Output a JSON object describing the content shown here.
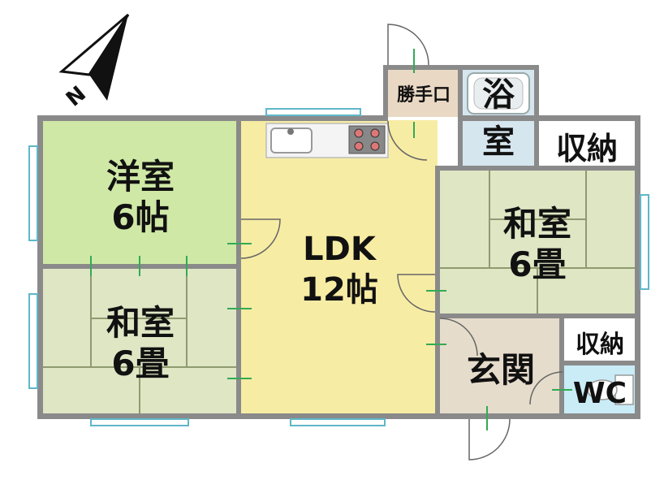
{
  "rooms": {
    "youshitsu": {
      "name": "洋室",
      "size": "6帖",
      "color": "#cfe8a6"
    },
    "washitsu_left": {
      "name": "和室",
      "size": "6畳",
      "color": "#dfe6c4"
    },
    "ldk": {
      "name": "LDK",
      "size": "12帖",
      "color": "#f7eca4"
    },
    "washitsu_right": {
      "name": "和室",
      "size": "6畳",
      "color": "#dfe6c4"
    },
    "katteguchi": {
      "name": "勝手口",
      "color": "#e9d9c4"
    },
    "yokushitsu": {
      "line1": "浴",
      "line2": "室",
      "color": "#d6e6ef"
    },
    "shuno_top": {
      "name": "収納"
    },
    "shuno_bottom": {
      "name": "収納"
    },
    "genkan": {
      "name": "玄関",
      "color": "#e6dccb"
    },
    "wc": {
      "name": "WC",
      "color": "#c9ecf7"
    }
  },
  "compass": {
    "letter": "N"
  },
  "colors": {
    "wall": "#8a8a8a",
    "window": "#5fb7c9",
    "door": "#33aa55",
    "tatami_line": "#8f9a70"
  }
}
